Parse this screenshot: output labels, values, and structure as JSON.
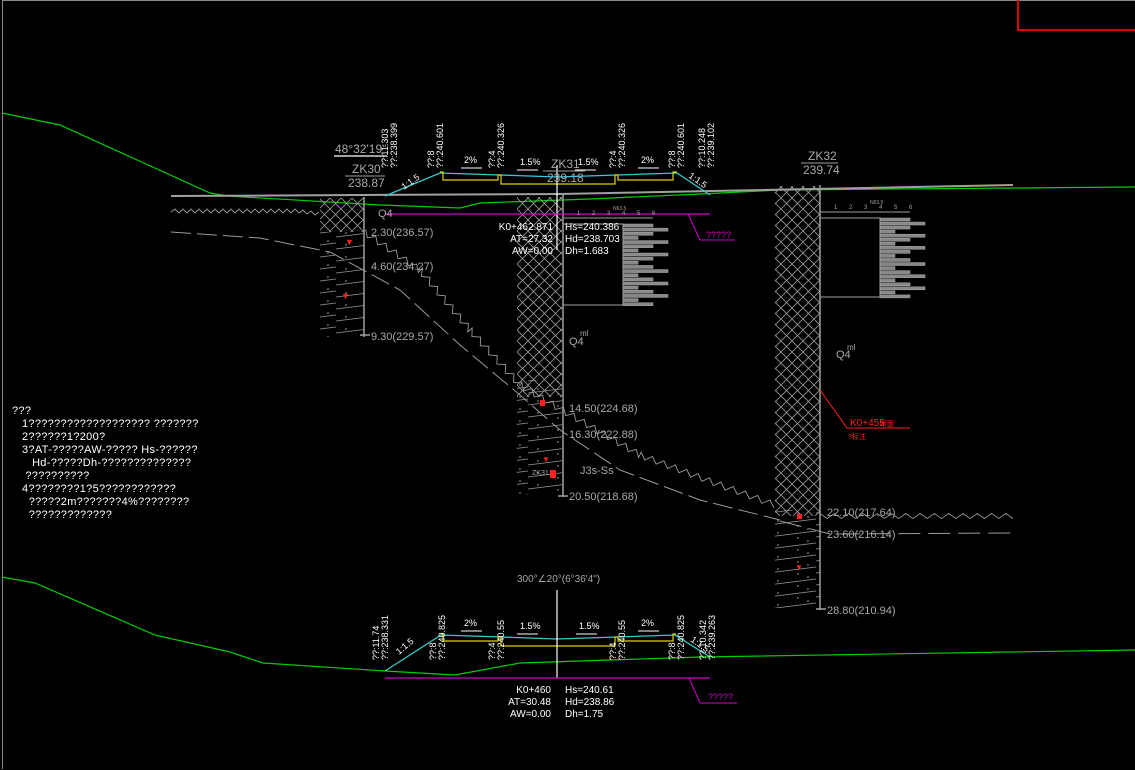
{
  "drawing": {
    "colors": {
      "background": "#000000",
      "ground_line": "#00cc00",
      "road_surface": "#33cccc",
      "pavement": "#e0d000",
      "design_line": "#d000d0",
      "annotation_red": "#ff2020",
      "geology": "#a8a8a8",
      "text": "#ffffff"
    },
    "top_section": {
      "angle_label": "48°32'19\"",
      "boreholes": [
        {
          "id": "ZK30",
          "elevation": "238.87",
          "layers": [
            {
              "depth_label": "2.30(236.57)"
            },
            {
              "depth_label": "4.60(234.27)"
            },
            {
              "depth_label": "9.30(229.57)"
            }
          ]
        },
        {
          "id": "ZK31",
          "elevation": "239.18",
          "layers": [
            {
              "depth_label": "14.50(224.68)"
            },
            {
              "depth_label": "16.30(222.88)"
            },
            {
              "depth_label": "20.50(218.68)"
            }
          ],
          "sample_label": "ZK31"
        },
        {
          "id": "ZK32",
          "elevation": "239.74",
          "layers": [
            {
              "depth_label": "22.10(217.64)"
            },
            {
              "depth_label": "23.60(216.14)"
            },
            {
              "depth_label": "28.80(210.94)"
            }
          ]
        }
      ],
      "edge_labels": [
        {
          "top": "??:11.303",
          "bottom": "??:238.399"
        },
        {
          "top": "??:8",
          "bottom": "??:240.601"
        },
        {
          "top": "??:4",
          "bottom": "??:240.326"
        },
        {
          "top": "??:4",
          "bottom": "??:240.326"
        },
        {
          "top": "??:8",
          "bottom": "??:240.601"
        },
        {
          "top": "??:10.248",
          "bottom": "??:239.102"
        }
      ],
      "slopes": [
        "1:1.5",
        "2%",
        "1.5%",
        "1.5%",
        "2%",
        "1:1.5"
      ],
      "station": {
        "k": "K0+462.871",
        "at": "AT=27.32",
        "aw": "AW=0.00",
        "hs": "Hs=240.386",
        "hd": "Hd=238.703",
        "dh": "Dh=1.683"
      },
      "design_tag": "?????",
      "soil_labels": {
        "q4_top": "Q4",
        "q4_sup": "ml",
        "bedrock": "J3s-Ss"
      },
      "spt_axis": {
        "label": "N63.5",
        "ticks": [
          "1",
          "2",
          "3",
          "4",
          "5",
          "6"
        ]
      },
      "callout": {
        "title": "K0+455",
        "title_suffix": "断面",
        "sub": "?标注"
      }
    },
    "bottom_section": {
      "angle_label": "300°∠20°(6°36'4\")",
      "edge_labels": [
        {
          "top": "??:11.74",
          "bottom": "??:238.331"
        },
        {
          "top": "??:8",
          "bottom": "??:240.825"
        },
        {
          "top": "??:4",
          "bottom": "??:240.55"
        },
        {
          "top": "??:4",
          "bottom": "??:240.55"
        },
        {
          "top": "??:8",
          "bottom": "??:240.825"
        },
        {
          "top": "??:10.342",
          "bottom": "??:239.263"
        }
      ],
      "slopes": [
        "1:1.5",
        "2%",
        "1.5%",
        "1.5%",
        "2%",
        "1:1.5"
      ],
      "station": {
        "k": "K0+460",
        "at": "AT=30.48",
        "aw": "AW=0.00",
        "hs": "Hs=240.61",
        "hd": "Hd=238.86",
        "dh": "Dh=1.75"
      },
      "design_tag": "?????"
    },
    "notes": {
      "title": "???",
      "lines": [
        "1??????????????????? ???????",
        "2??????1?200?",
        "3?AT-?????AW-????? Hs-??????",
        "   Hd-?????Dh-??????????????",
        " ??????????",
        "4????????1?5????????????",
        "  ?????2m???????4%????????",
        "  ?????????????"
      ]
    }
  }
}
